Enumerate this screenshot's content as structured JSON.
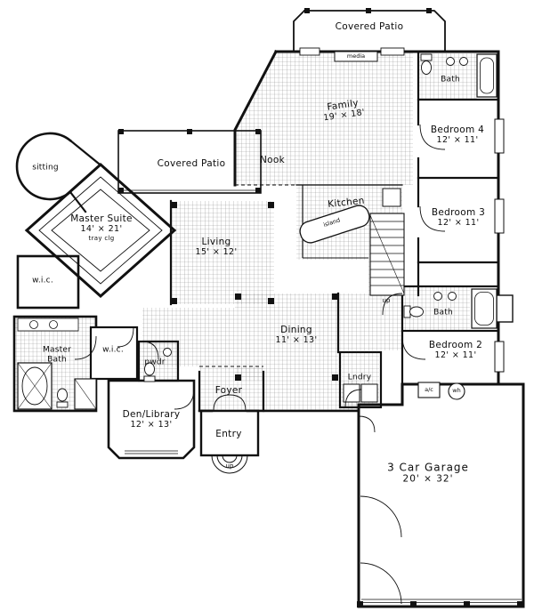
{
  "rooms": {
    "covered_patio_top": {
      "label": "Covered Patio"
    },
    "bath_top": {
      "label": "Bath"
    },
    "family": {
      "label": "Family",
      "dims": "19' × 18'"
    },
    "bedroom4": {
      "label": "Bedroom 4",
      "dims": "12' × 11'"
    },
    "sitting": {
      "label": "sitting"
    },
    "covered_patio_left": {
      "label": "Covered Patio"
    },
    "nook": {
      "label": "Nook"
    },
    "kitchen": {
      "label": "Kitchen"
    },
    "bedroom3": {
      "label": "Bedroom 3",
      "dims": "12' × 11'"
    },
    "master_suite": {
      "label": "Master Suite",
      "dims": "14' × 21'",
      "note": "tray clg"
    },
    "living": {
      "label": "Living",
      "dims": "15' × 12'"
    },
    "wic1": {
      "label": "w.i.c."
    },
    "bath_mid": {
      "label": "Bath"
    },
    "dining": {
      "label": "Dining",
      "dims": "11' × 13'"
    },
    "bedroom2": {
      "label": "Bedroom 2",
      "dims": "12' × 11'"
    },
    "master_bath": {
      "label": "Master Bath"
    },
    "wic2": {
      "label": "w.i.c."
    },
    "pwdr": {
      "label": "pwdr"
    },
    "lndry": {
      "label": "Lndry"
    },
    "foyer": {
      "label": "Foyer"
    },
    "den_library": {
      "label": "Den/Library",
      "dims": "12' × 13'"
    },
    "entry": {
      "label": "Entry"
    },
    "garage": {
      "label": "3 Car Garage",
      "dims": "20' × 32'"
    }
  },
  "annotations": {
    "media": "media",
    "island": "island",
    "ac": "a/c",
    "wh": "wh",
    "up_entry": "up",
    "up_stairs": "up"
  },
  "colors": {
    "ink": "#111111",
    "paper": "#ffffff",
    "tile_grid": "#8d8d8d"
  }
}
